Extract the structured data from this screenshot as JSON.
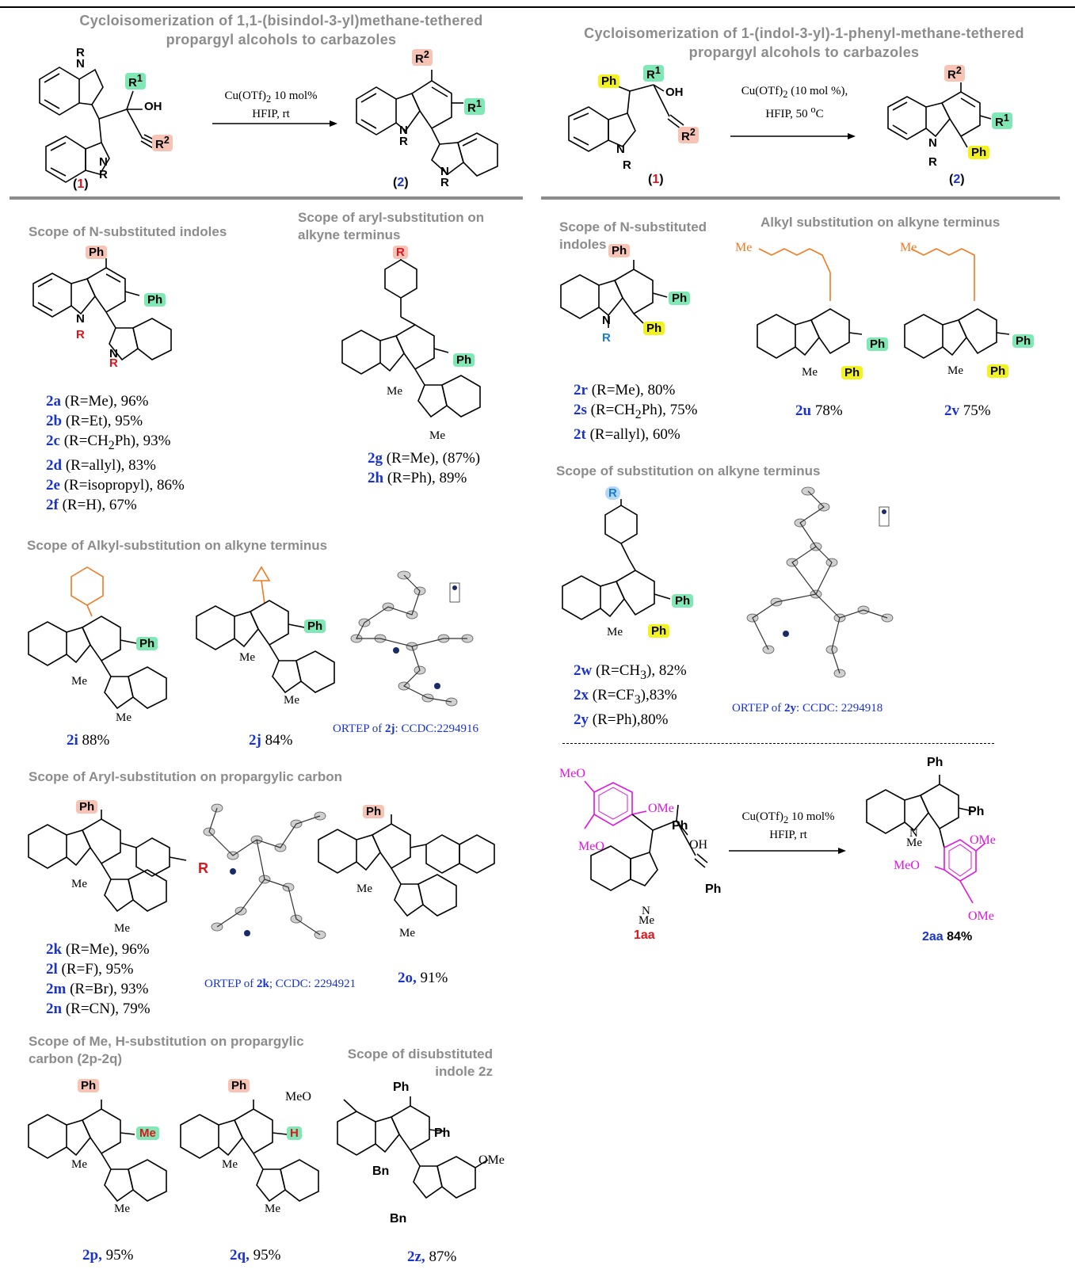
{
  "left_scheme": {
    "title_line1": "Cycloisomerization of 1,1-(bisindol-3-yl)methane-tethered",
    "title_line2": "propargyl alcohols to carbazoles",
    "conditions_line1": "Cu(OTf)",
    "conditions_sub": "2",
    "conditions_rest": " 10 mol%",
    "conditions_line2": "HFIP, rt",
    "sm_label": "1",
    "product_label": "2"
  },
  "right_scheme": {
    "title_line1": "Cycloisomerization of 1-(indol-3-yl)-1-phenyl-methane-tethered",
    "title_line2": "propargyl alcohols to carbazoles",
    "conditions_line1": "Cu(OTf)",
    "conditions_sub": "2",
    "conditions_rest": " (10 mol %),",
    "conditions_line2": "HFIP,  50  ",
    "conditions_deg": "o",
    "conditions_c": "C",
    "sm_label": "1",
    "product_label": "2"
  },
  "atoms": {
    "N": "N",
    "R": "R",
    "R1": "R",
    "R1sup": "1",
    "R2": "R",
    "R2sup": "2",
    "OH": "OH",
    "Ph": "Ph",
    "Me": "Me",
    "MeO": "MeO",
    "OMe": "OMe",
    "H": "H",
    "Bn": "Bn"
  },
  "sections": {
    "n_sub": "Scope of N-substituted indoles",
    "aryl_alkyne_l1": "Scope of aryl-substitution on",
    "aryl_alkyne_l2": "alkyne terminus",
    "alkyl_alkyne": "Scope of Alkyl-substitution on alkyne terminus",
    "aryl_prop": "Scope of Aryl-substitution on propargylic carbon",
    "meh_l1": "Scope of Me, H-substitution on propargylic",
    "meh_l2": "carbon (2p-2q)",
    "disub_l1": "Scope of disubstituted",
    "disub_l2": "indole 2z",
    "r_n_sub_l1": "Scope of N-substituted",
    "r_n_sub_l2": "indoles",
    "r_alkyl": "Alkyl substitution on alkyne terminus",
    "r_sub_alkyne": "Scope of substitution on alkyne terminus"
  },
  "compounds": {
    "2a": {
      "id": "2a",
      "text": " (R=Me), 96%"
    },
    "2b": {
      "id": "2b",
      "text": " (R=Et), 95%"
    },
    "2c": {
      "id": "2c",
      "text": " (R=CH",
      "sub": "2",
      "rest": "Ph), 93%"
    },
    "2d": {
      "id": "2d",
      "text": " (R=allyl), 83%"
    },
    "2e": {
      "id": "2e",
      "text": " (R=isopropyl), 86%"
    },
    "2f": {
      "id": "2f",
      "text": " (R=H), 67%"
    },
    "2g": {
      "id": "2g",
      "text": "  (R=Me), (87%)"
    },
    "2h": {
      "id": "2h",
      "text": " (R=Ph), 89%"
    },
    "2i": {
      "id": "2i",
      "text": "  88%"
    },
    "2j": {
      "id": "2j",
      "text": " 84%"
    },
    "2k": {
      "id": "2k",
      "text": " (R=Me), 96%"
    },
    "2l": {
      "id": "2l",
      "text": " (R=F), 95%"
    },
    "2m": {
      "id": "2m",
      "text": " (R=Br), 93%"
    },
    "2n": {
      "id": "2n",
      "text": " (R=CN), 79%"
    },
    "2o": {
      "id": "2o,",
      "text": "  91%"
    },
    "2p": {
      "id": "2p,",
      "text": " 95%"
    },
    "2q": {
      "id": "2q,",
      "text": " 95%"
    },
    "2z": {
      "id": "2z,",
      "text": " 87%"
    },
    "2r": {
      "id": "2r",
      "text": " (R=Me), 80%"
    },
    "2s": {
      "id": "2s",
      "text": " (R=CH",
      "sub": "2",
      "rest": "Ph), 75%"
    },
    "2t": {
      "id": "2t",
      "text": " (R=allyl), 60%"
    },
    "2u": {
      "id": "2u",
      "text": " 78%"
    },
    "2v": {
      "id": "2v",
      "text": " 75%"
    },
    "2w": {
      "id": "2w",
      "text": " (R=CH",
      "sub": "3",
      "rest": "), 82%"
    },
    "2x": {
      "id": "2x",
      "text": " (R=CF",
      "sub": "3",
      "rest": "),83%"
    },
    "2y": {
      "id": "2y",
      "text": " (R=Ph),80%"
    },
    "1aa": {
      "id": "1aa"
    },
    "2aa": {
      "id": "2aa",
      "text": " 84%"
    }
  },
  "ortep": {
    "j_pre": "ORTEP of ",
    "j_id": "2j",
    "j_post": ": CCDC:2294916",
    "k_pre": "ORTEP of ",
    "k_id": "2k",
    "k_post": ";  CCDC: 2294921",
    "y_pre": "ORTEP of ",
    "y_id": "2y",
    "y_post": ": CCDC: 2294918"
  },
  "last_scheme": {
    "conditions_line1": "Cu(OTf)",
    "conditions_sub": "2",
    "conditions_rest": " 10 mol%",
    "conditions_line2": "HFIP, rt"
  },
  "colors": {
    "header_gray": "#8c8c8c",
    "compound_blue": "#1a33cc",
    "red": "#e0141b",
    "r1_green": "#7fe8b4",
    "r2_peach": "#f7c3b4",
    "ph_yellow": "#f2f21e",
    "magenta": "#e014e0",
    "orange": "#f07a22"
  }
}
